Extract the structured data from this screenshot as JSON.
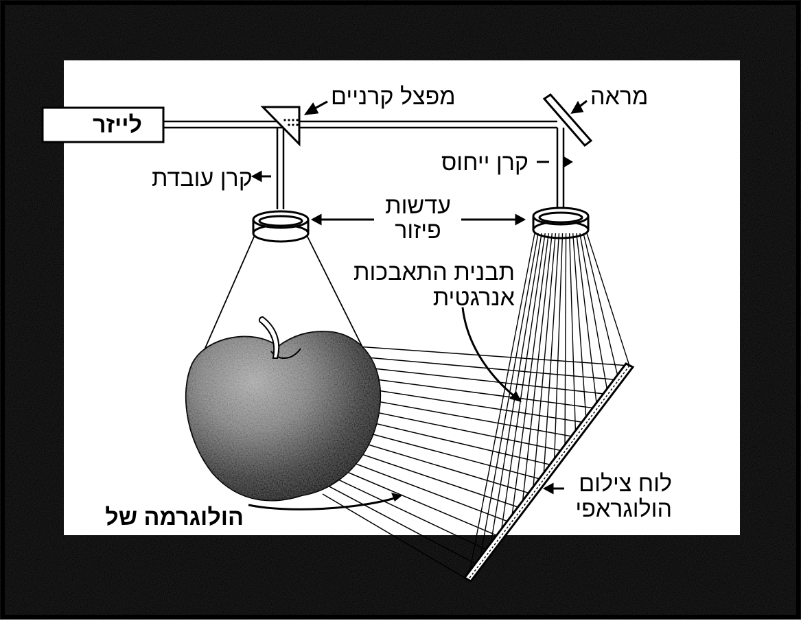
{
  "labels": {
    "laser": "לייזר",
    "beam_splitter": "מפצל קרניים",
    "mirror": "מראה",
    "reference_beam": "קרן ייחוס",
    "working_beam": "קרן עובדת",
    "diffusion_lenses_line1": "עדשות",
    "diffusion_lenses_line2": "פיזור",
    "interference_line1": "תבנית התאבכות",
    "interference_line2": "אנרגטית",
    "plate_line1": "לוח צילום",
    "plate_line2": "הולוגראפי",
    "hologram_of": "הולוגרמה של"
  },
  "colors": {
    "ink": "#000000",
    "paper": "#ffffff",
    "frame": "#111111"
  }
}
